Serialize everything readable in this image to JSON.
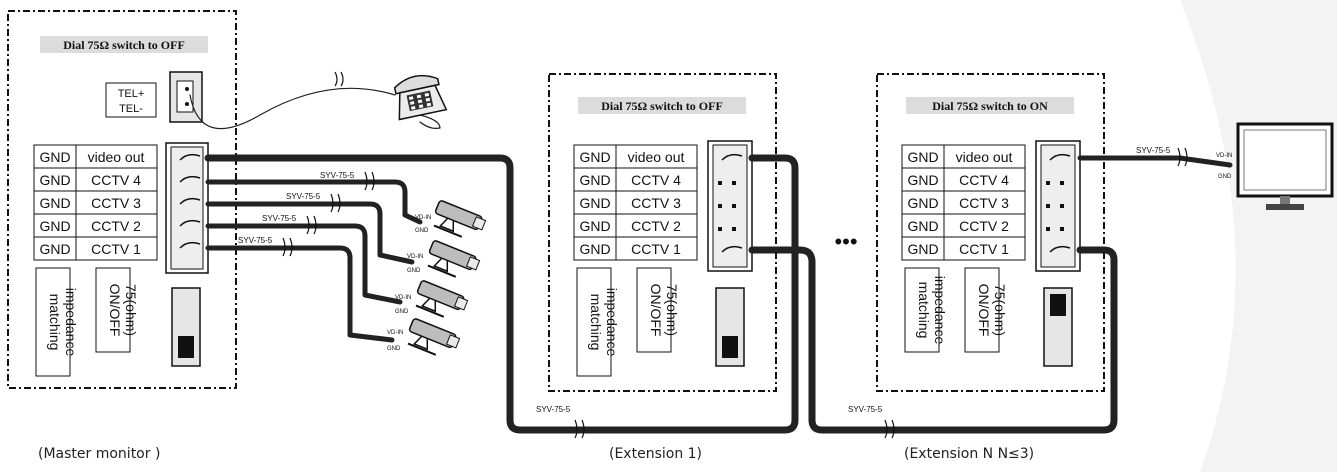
{
  "units": [
    {
      "id": "master",
      "caption": "(Master monitor )",
      "switch_note": "Dial 75Ω switch to OFF",
      "tel": [
        "TEL+",
        "TEL-"
      ],
      "ports": [
        {
          "left": "GND",
          "right": "video out"
        },
        {
          "left": "GND",
          "right": "CCTV 4"
        },
        {
          "left": "GND",
          "right": "CCTV 3"
        },
        {
          "left": "GND",
          "right": "CCTV 2"
        },
        {
          "left": "GND",
          "right": "CCTV 1"
        }
      ],
      "impedance_label": "impedance matching",
      "switch_label": "75(ohm) ON/OFF",
      "switch_state": "OFF"
    },
    {
      "id": "extension-1",
      "caption": "(Extension 1)",
      "switch_note": "Dial 75Ω switch to OFF",
      "ports": [
        {
          "left": "GND",
          "right": "video out"
        },
        {
          "left": "GND",
          "right": "CCTV 4"
        },
        {
          "left": "GND",
          "right": "CCTV 3"
        },
        {
          "left": "GND",
          "right": "CCTV 2"
        },
        {
          "left": "GND",
          "right": "CCTV 1"
        }
      ],
      "impedance_label": "impedance matching",
      "switch_label": "75(ohm) ON/OFF",
      "switch_state": "OFF"
    },
    {
      "id": "extension-n",
      "caption": "(Extension N N≤3)",
      "switch_note": "Dial 75Ω switch to ON",
      "ports": [
        {
          "left": "GND",
          "right": "video out"
        },
        {
          "left": "GND",
          "right": "CCTV 4"
        },
        {
          "left": "GND",
          "right": "CCTV 3"
        },
        {
          "left": "GND",
          "right": "CCTV 2"
        },
        {
          "left": "GND",
          "right": "CCTV 1"
        }
      ],
      "impedance_label": "impedance matching",
      "switch_label": "75(ohm) ON/OFF",
      "switch_state": "ON"
    }
  ],
  "cable_label": "SYV-75-5",
  "camera_labels": {
    "vd_in": "VD-IN",
    "gnd": "GND"
  },
  "ellipsis": "•••"
}
